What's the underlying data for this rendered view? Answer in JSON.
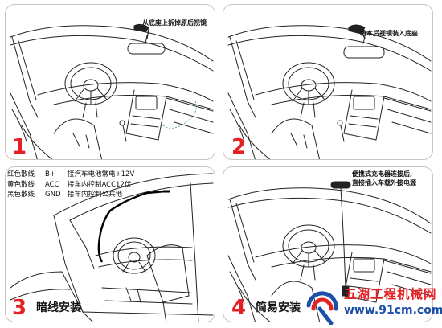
{
  "panels": [
    {
      "number": "1",
      "note": "从底座上拆掉原后视镜",
      "caption": ""
    },
    {
      "number": "2",
      "note": "将本后视镜装入底座",
      "caption": ""
    },
    {
      "number": "3",
      "caption": "暗线安装",
      "wiring": [
        {
          "color": "红色散线",
          "code": "B+",
          "desc": "接汽车电池常电+12V"
        },
        {
          "color": "黄色散线",
          "code": "ACC",
          "desc": "接车内控制ACC12伏"
        },
        {
          "color": "黑色散线",
          "code": "GND",
          "desc": "接车内控制公共地"
        }
      ]
    },
    {
      "number": "4",
      "caption": "简易安装",
      "note_lines": [
        "便携式充电器连接后,",
        "直接插入车载外接电源"
      ]
    }
  ],
  "watermark": {
    "title": "五湖工程机械网",
    "url": "www.91cm.com"
  },
  "colors": {
    "number": "#e42024",
    "wire": "#000000",
    "dash_green": "#3aa655",
    "url": "#1b4fa8",
    "border": "#c9c4bc"
  }
}
